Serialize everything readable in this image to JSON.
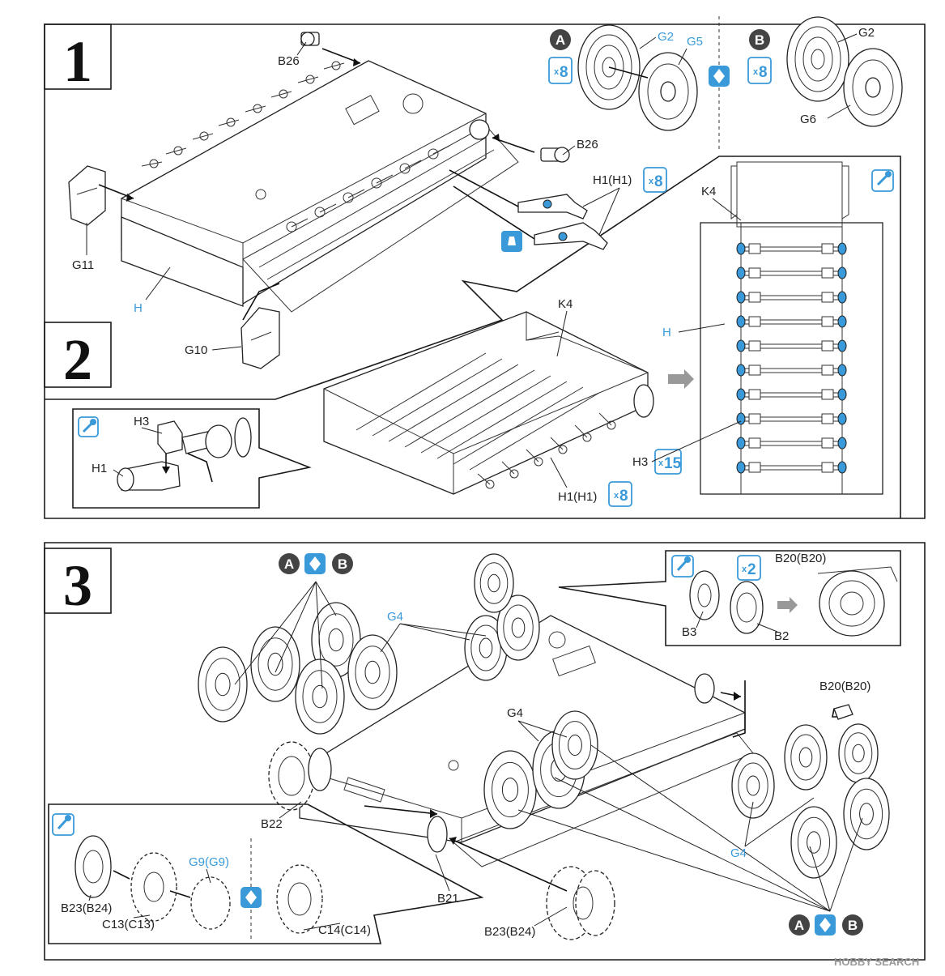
{
  "steps": {
    "s1": "1",
    "s2": "2",
    "s3": "3"
  },
  "step1": {
    "labels": {
      "b26_top": "B26",
      "b26_right": "B26",
      "g11": "G11",
      "h": "H",
      "g10": "G10",
      "h1": "H1(H1)",
      "g2_a": "G2",
      "g5": "G5",
      "g2_b": "G2",
      "g6": "G6"
    },
    "variant_a": "A",
    "variant_b": "B",
    "qty_a": "8",
    "qty_b": "8",
    "qty_h1": "8",
    "qty_x": "x"
  },
  "step2": {
    "labels": {
      "k4_left": "K4",
      "h_mid": "H",
      "h1_mid": "H1(H1)",
      "k4_right": "K4",
      "h3_right": "H3",
      "h3_detail": "H3",
      "h1_detail": "H1"
    },
    "qty_h1": "8",
    "qty_h3": "15",
    "qty_x": "x"
  },
  "step3": {
    "labels": {
      "g4_top": "G4",
      "g4_mid": "G4",
      "g4_bottom": "G4",
      "b20_detail": "B20(B20)",
      "b3": "B3",
      "b2": "B2",
      "b20_right": "B20(B20)",
      "b22": "B22",
      "b21": "B21",
      "b23_bottom": "B23(B24)",
      "b23_detail": "B23(B24)",
      "c13": "C13(C13)",
      "g9": "G9(G9)",
      "c14": "C14(C14)"
    },
    "variant_a": "A",
    "variant_b": "B",
    "qty_b3": "2",
    "qty_x": "x"
  },
  "watermark": "HOBBY SEARCH",
  "colors": {
    "accent_blue": "#3a9ad9",
    "line": "#1a1a1a"
  }
}
